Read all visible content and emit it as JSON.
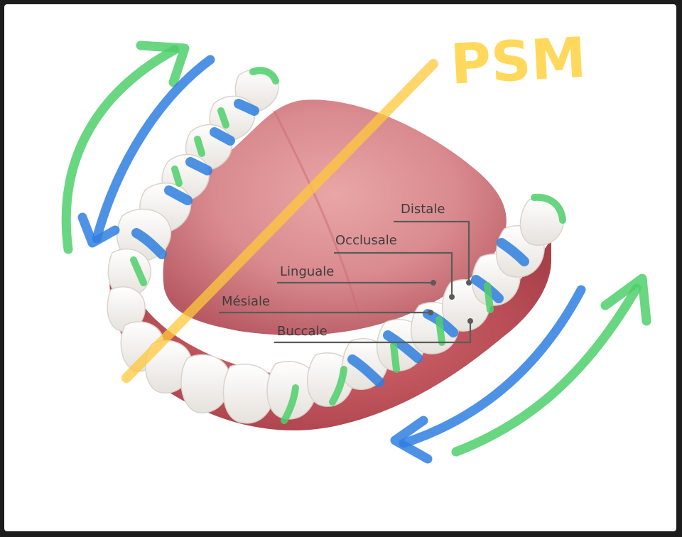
{
  "title": "PSM",
  "labels": {
    "distale": "Distale",
    "occlusale": "Occlusale",
    "linguale": "Linguale",
    "mesiale": "Mésiale",
    "buccale": "Buccale"
  },
  "colors": {
    "frame": "#1c1c1c",
    "background": "#ffffff",
    "gum": "#c9555c",
    "tongue": "#d98a8e",
    "tooth": "#f7f5f2",
    "blue_marker": "#2f7fe0",
    "green_marker": "#4fcf6b",
    "yellow_marker": "#ffd54f",
    "leader_lines": "#5b5b5b"
  },
  "icons": [
    "rotation-arrow-upper-left",
    "rotation-arrow-lower-right",
    "psm-diagonal-line"
  ]
}
